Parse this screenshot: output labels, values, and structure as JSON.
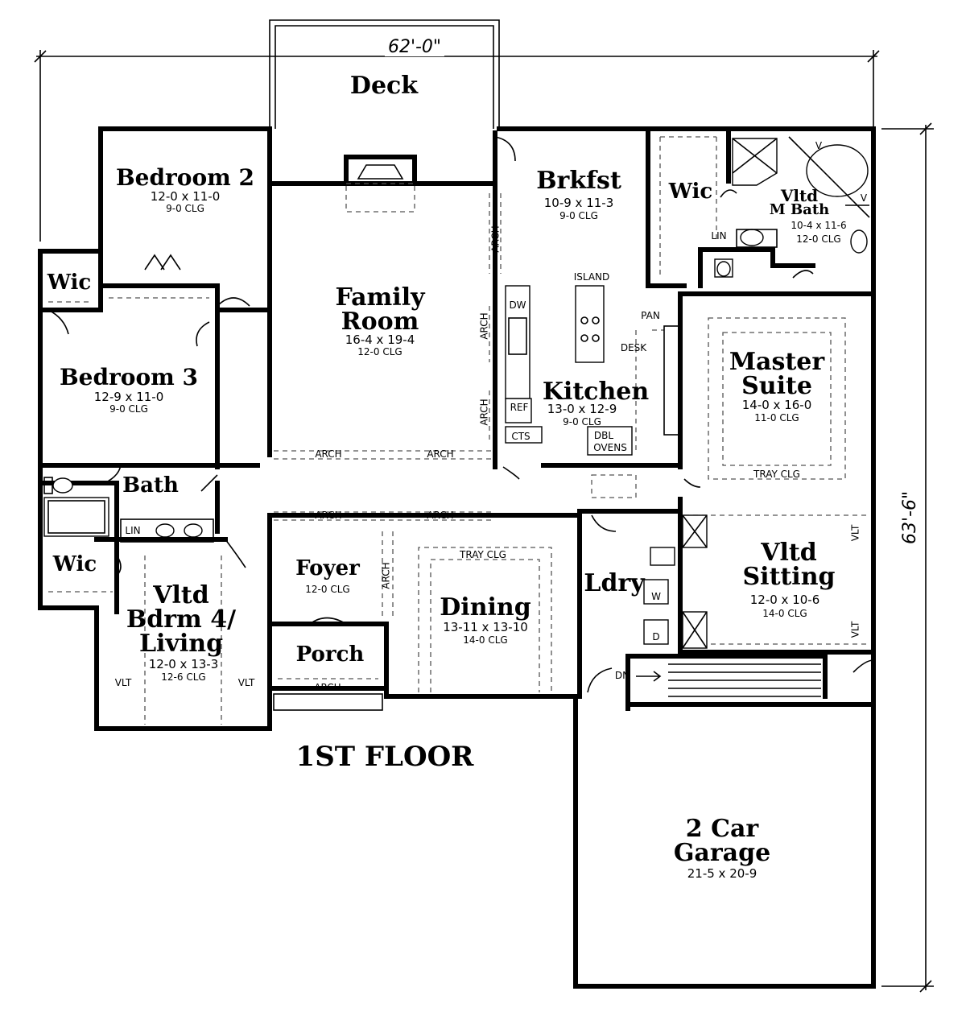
{
  "dimensions": {
    "width": "62'-0\"",
    "depth": "63'-6\""
  },
  "floor_label": "1ST FLOOR",
  "rooms": {
    "deck": {
      "name": "Deck"
    },
    "bedroom2": {
      "name": "Bedroom 2",
      "size": "12-0 x 11-0",
      "ceiling": "9-0 CLG"
    },
    "wic_bed2": {
      "name": "Wic"
    },
    "family": {
      "line1": "Family",
      "line2": "Room",
      "size": "16-4 x 19-4",
      "ceiling": "12-0 CLG"
    },
    "brkfst": {
      "name": "Brkfst",
      "size": "10-9 x 11-3",
      "ceiling": "9-0 CLG"
    },
    "wic_master": {
      "name": "Wic"
    },
    "mbath": {
      "line1": "Vltd",
      "line2": "M Bath",
      "size": "10-4 x 11-6",
      "ceiling": "12-0 CLG"
    },
    "bedroom3": {
      "name": "Bedroom 3",
      "size": "12-9 x 11-0",
      "ceiling": "9-0 CLG"
    },
    "kitchen": {
      "name": "Kitchen",
      "size": "13-0 x 12-9",
      "ceiling": "9-0 CLG"
    },
    "master": {
      "line1": "Master",
      "line2": "Suite",
      "size": "14-0 x 16-0",
      "ceiling": "11-0 CLG",
      "tray": "TRAY CLG"
    },
    "bath": {
      "name": "Bath"
    },
    "wic_bed4": {
      "name": "Wic"
    },
    "bdrm4": {
      "line1": "Vltd",
      "line2": "Bdrm 4/",
      "line3": "Living",
      "size": "12-0 x 13-3",
      "ceiling": "12-6 CLG"
    },
    "foyer": {
      "name": "Foyer",
      "ceiling": "12-0 CLG"
    },
    "porch": {
      "name": "Porch"
    },
    "dining": {
      "name": "Dining",
      "size": "13-11 x 13-10",
      "ceiling": "14-0 CLG",
      "tray": "TRAY CLG"
    },
    "ldry": {
      "name": "Ldry"
    },
    "sitting": {
      "line1": "Vltd",
      "line2": "Sitting",
      "size": "12-0 x 10-6",
      "ceiling": "14-0 CLG"
    },
    "garage": {
      "line1": "2 Car",
      "line2": "Garage",
      "size": "21-5 x 20-9"
    }
  },
  "tags": {
    "arch": "ARCH",
    "island": "ISLAND",
    "dw": "DW",
    "ref": "REF",
    "cts": "CTS",
    "pan": "PAN",
    "desk": "DESK",
    "dbl": "DBL",
    "ovens": "OVENS",
    "lin": "LIN",
    "vlt": "VLT",
    "dn": "DN",
    "w": "W",
    "d": "D",
    "v": "V"
  }
}
